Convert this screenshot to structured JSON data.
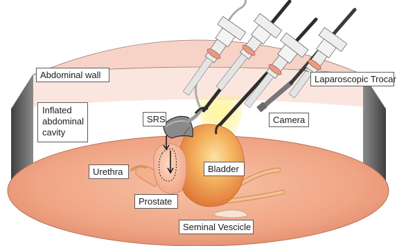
{
  "labels": {
    "abdominal_wall": "Abdominal wall",
    "inflated_cavity": "Inflated abdominal cavity",
    "laparoscopic_trocar": "Laparoscopic Trocar",
    "srs": "SRS",
    "camera": "Camera",
    "urethra": "Urethra",
    "bladder": "Bladder",
    "prostate": "Prostate",
    "seminal_vesicle": "Seminal Vescicle"
  },
  "colors": {
    "cavity_floor": "#f0a585",
    "abdominal_wall": "#f9dcd4",
    "wall_side": "#5e5e5e",
    "bladder": "#f2a040",
    "camera_light": "#fdf16a",
    "trocar": "#eaeaea",
    "trocar_ring": "#e99a86",
    "instrument_shaft": "#333333",
    "vesicle": "#f0bb8a"
  }
}
